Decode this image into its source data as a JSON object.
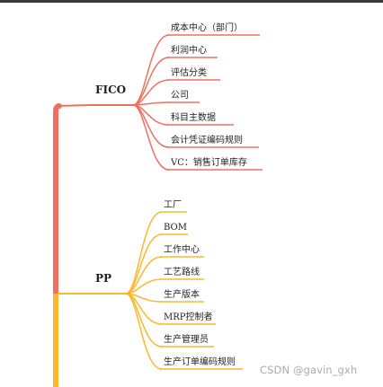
{
  "branches": [
    {
      "title": "FICO",
      "color": "#f07060",
      "children": [
        "成本中心（部门）",
        "利润中心",
        "评估分类",
        "公司",
        "科目主数据",
        "会计凭证编码规则",
        "VC：销售订单库存"
      ]
    },
    {
      "title": "PP",
      "color": "#fbb829",
      "children": [
        "工厂",
        "BOM",
        "工作中心",
        "工艺路线",
        "生产版本",
        "MRP控制者",
        "生产管理员",
        "生产订单编码规则"
      ]
    }
  ],
  "watermark": "CSDN @gavin_gxh"
}
